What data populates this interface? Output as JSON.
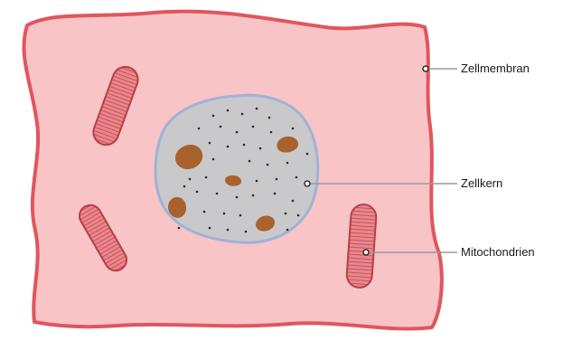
{
  "labels": {
    "cell_membrane": "Zellmembran",
    "nucleus": "Zellkern",
    "mitochondria": "Mitochondrien"
  },
  "colors": {
    "background": "#ffffff",
    "cytoplasm": "#f8c4c6",
    "membrane": "#e0565d",
    "nucleus_fill": "#c9c9cb",
    "nucleus_border": "#9fb2d8",
    "nucleolus": "#a8622e",
    "mitochondrion_fill": "#e9878d",
    "mitochondrion_border": "#b73f48",
    "leader_line": "#9a9a9a"
  }
}
